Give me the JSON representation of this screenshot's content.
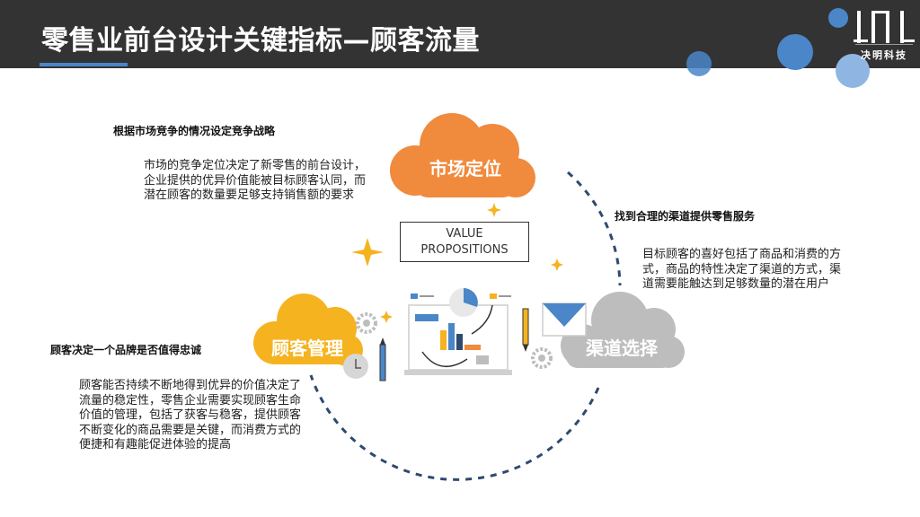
{
  "header": {
    "title": "零售业前台设计关键指标—顾客流量",
    "logo_text": "决明科技"
  },
  "clouds": {
    "market": "市场定位",
    "customer": "顾客管理",
    "channel": "渠道选择"
  },
  "value_box": {
    "line1": "VALUE",
    "line2": "PROPOSITIONS"
  },
  "sections": {
    "market": {
      "heading": "根据市场竞争的情况设定竞争战略",
      "body": "市场的竞争定位决定了新零售的前台设计，企业提供的优异价值能被目标顾客认同，而潜在顾客的数量要足够支持销售额的要求"
    },
    "channel": {
      "heading": "找到合理的渠道提供零售服务",
      "body": "目标顾客的喜好包括了商品和消费的方式，商品的特性决定了渠道的方式，渠道需要能触达到足够数量的潜在用户"
    },
    "customer": {
      "heading": "顾客决定一个品牌是否值得忠诚",
      "body": "顾客能否持续不断地得到优异的价值决定了流量的稳定性，零售企业需要实现顾客生命价值的管理，包括了获客与稳客，提供顾客不断变化的商品需要是关键，而消费方式的便捷和有趣能促进体验的提高"
    }
  },
  "colors": {
    "header_bg": "#333333",
    "accent_blue": "#4a86c8",
    "orange": "#f08a3c",
    "yellow": "#f5b320",
    "gray": "#bdbdbd",
    "navy": "#2e4a6e"
  }
}
